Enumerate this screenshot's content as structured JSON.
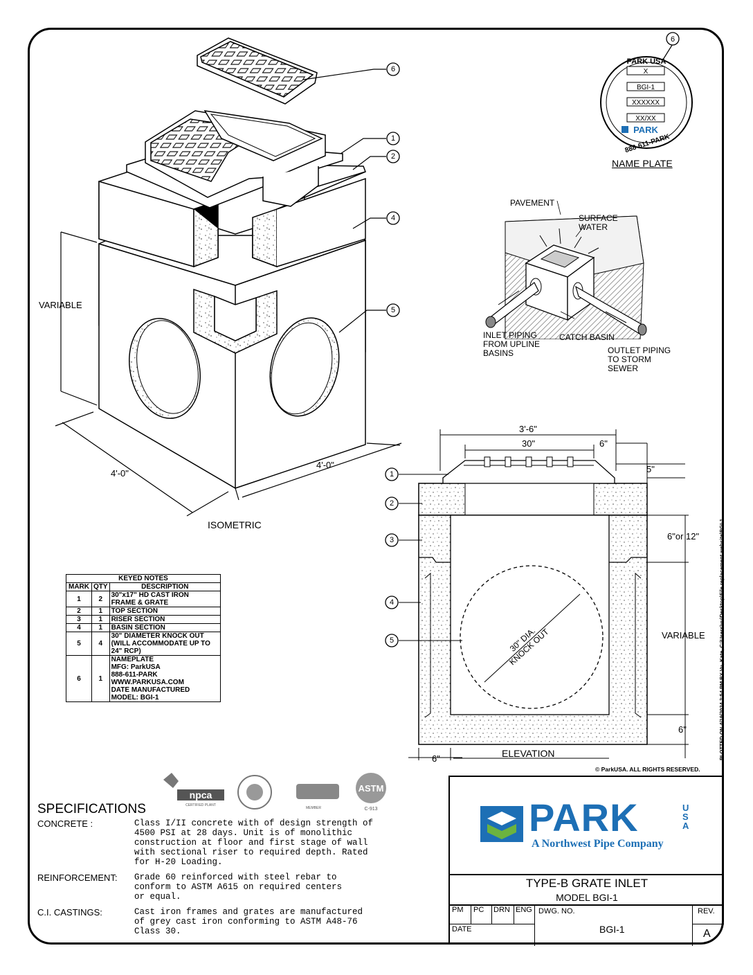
{
  "name_plate": {
    "brand": "PARK USA",
    "field1": "X",
    "field2": "BGI-1",
    "field3": "XXXXXX",
    "field4": "XX/XX",
    "logo_text": "PARK",
    "phone": "888-611-PARK",
    "caption": "NAME PLATE",
    "mark": "6"
  },
  "iso": {
    "caption": "ISOMETRIC",
    "dim_height": "VARIABLE",
    "dim_left": "4'-0\"",
    "dim_right": "4'-0\"",
    "marks": [
      "6",
      "1",
      "2",
      "4",
      "5"
    ]
  },
  "perspective": {
    "pavement": "PAVEMENT",
    "surface_water": "SURFACE\nWATER",
    "inlet": "INLET PIPING\nFROM UPLINE\nBASINS",
    "catch_basin": "CATCH BASIN",
    "outlet": "OUTLET PIPING\nTO STORM\nSEWER"
  },
  "elevation": {
    "caption": "ELEVATION",
    "dim_overall": "3'-6\"",
    "dim_grate": "30\"",
    "dim_6_top": "6\"",
    "dim_5": "5\"",
    "dim_6or12": "6\"or 12\"",
    "dim_variable": "VARIABLE",
    "dim_6_bottom": "6\"",
    "dim_6_side": "6\"",
    "knockout": "30\" DIA.\nKNOCK OUT",
    "marks": [
      "1",
      "2",
      "3",
      "4",
      "5"
    ]
  },
  "plot_stamp": "PLOTTED ON 4/19/2024 2:54 PM BY Vu, Kate, C:\\Users\\vu\\Desktop\\File replacement website\\BGI-1",
  "copyright": "© ParkUSA. ALL RIGHTS RESERVED.",
  "keyed_notes": {
    "title": "KEYED NOTES",
    "headers": [
      "MARK",
      "QTY",
      "DESCRIPTION"
    ],
    "rows": [
      {
        "mark": "1",
        "qty": "2",
        "desc": "30\"x17\" HD CAST IRON\nFRAME & GRATE"
      },
      {
        "mark": "2",
        "qty": "1",
        "desc": "TOP SECTION"
      },
      {
        "mark": "3",
        "qty": "1",
        "desc": "RISER SECTION"
      },
      {
        "mark": "4",
        "qty": "1",
        "desc": "BASIN SECTION"
      },
      {
        "mark": "5",
        "qty": "4",
        "desc": "30\" DIAMETER KNOCK OUT\n(WILL ACCOMMODATE UP TO\n24\" RCP)"
      },
      {
        "mark": "6",
        "qty": "1",
        "desc": "NAMEPLATE\nMFG: ParkUSA\n888-611-PARK\nWWW.PARKUSA.COM\nDATE MANUFACTURED\nMODEL: BGI-1"
      }
    ]
  },
  "cert_logos": {
    "npca": "npca",
    "npca_sub": "CERTIFIED PLANT",
    "member": "MEMBER",
    "astm": "ASTM",
    "astm_code": "C-913"
  },
  "specifications": {
    "title": "SPECIFICATIONS",
    "items": [
      {
        "label": "CONCRETE :",
        "text": "Class I/II concrete with of design strength of\n4500 PSI at 28 days.  Unit is of monolithic\nconstruction at floor and first stage of wall\nwith sectional riser to required depth.  Rated\nfor H-20 Loading."
      },
      {
        "label": "REINFORCEMENT:",
        "text": "Grade 60 reinforced with steel rebar to\nconform to ASTM A615 on required centers\nor equal."
      },
      {
        "label": "C.I. CASTINGS:",
        "text": "Cast iron frames and grates are manufactured\nof grey cast iron conforming to ASTM A48-76\nClass 30."
      }
    ]
  },
  "title_block": {
    "logo_word": "PARK",
    "logo_usa": "USA",
    "logo_tagline": "A Northwest Pipe Company",
    "title": "TYPE-B GRATE INLET",
    "model": "MODEL BGI-1",
    "pm": "PM",
    "pc": "PC",
    "drn": "DRN",
    "eng": "ENG",
    "dwg_no_label": "DWG. NO.",
    "date_label": "DATE",
    "rev_label": "REV.",
    "dwg_no": "BGI-1",
    "rev": "A",
    "colors": {
      "blue": "#1d6fb5",
      "green": "#6cb33f",
      "teal": "#1aa3a3"
    }
  }
}
